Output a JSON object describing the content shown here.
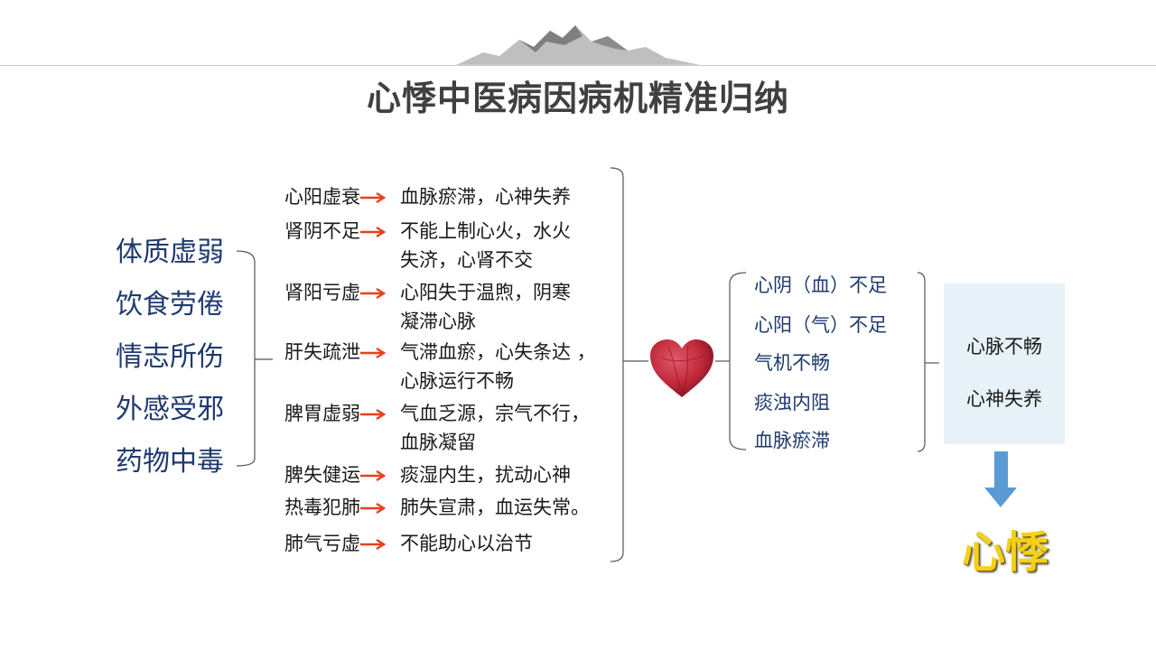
{
  "title": "心悸中医病因病机精准归纳",
  "causes": [
    "体质虚弱",
    "饮食劳倦",
    "情志所伤",
    "外感受邪",
    "药物中毒"
  ],
  "mechanisms": [
    {
      "cause": "心阳虚衰",
      "result": [
        "血脉瘀滞，心神失养"
      ]
    },
    {
      "cause": "肾阴不足",
      "result": [
        "不能上制心火，水火",
        "失济，心肾不交"
      ]
    },
    {
      "cause": "肾阳亏虚",
      "result": [
        "心阳失于温煦，阴寒",
        "凝滞心脉"
      ]
    },
    {
      "cause": "肝失疏泄",
      "result": [
        "气滞血瘀，心失条达 ，",
        "心脉运行不畅"
      ]
    },
    {
      "cause": "脾胃虚弱",
      "result": [
        "气血乏源，宗气不行，",
        "血脉凝留"
      ]
    },
    {
      "cause": "脾失健运",
      "result": [
        "痰湿内生，扰动心神"
      ]
    },
    {
      "cause": "热毒犯肺",
      "result": [
        "肺失宣肃，血运失常。"
      ]
    },
    {
      "cause": "肺气亏虚",
      "result": [
        "不能助心以治节"
      ]
    }
  ],
  "pathogenesis": [
    "心阴（血）不足",
    "心阳（气）不足",
    "气机不畅",
    "痰浊内阻",
    "血脉瘀滞"
  ],
  "box": {
    "line1": "心脉不畅",
    "line2": "心神失养"
  },
  "result": "心悸",
  "colors": {
    "arrow": "#e8401c",
    "cause_text": "#1f3a6e",
    "box_bg": "#e6f2f7",
    "down_arrow": "#5b9bd5",
    "result": "#f4d017"
  },
  "icons": {
    "heart": "heart-icon",
    "mountain": "mountain-decoration"
  }
}
